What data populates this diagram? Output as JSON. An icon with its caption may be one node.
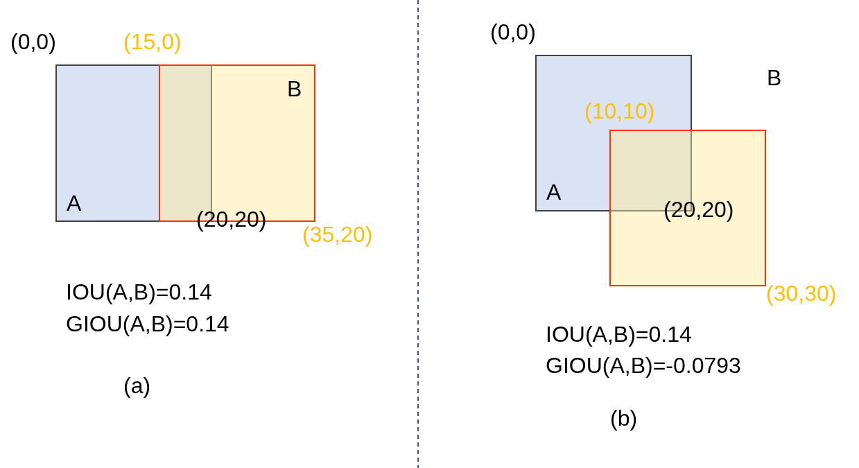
{
  "diagram": {
    "nodes": [
      {
        "text": [
          "A"
        ]
      },
      {
        "text": [
          "B"
        ]
      },
      {
        "text": [
          "A"
        ]
      },
      {
        "text": [
          "B"
        ]
      }
    ],
    "labels": [
      "(0,0)",
      "(15,0)",
      "(20,20)",
      "(35,20)",
      "IOU(A,B)=0.14",
      "GIOU(A,B)=0.14",
      "(a)",
      "(0,0)",
      "(10,10)",
      "(20,20)",
      "(30,30)",
      "IOU(A,B)=0.14",
      "GIOU(A,B)=-0.0793",
      "(b)"
    ]
  }
}
